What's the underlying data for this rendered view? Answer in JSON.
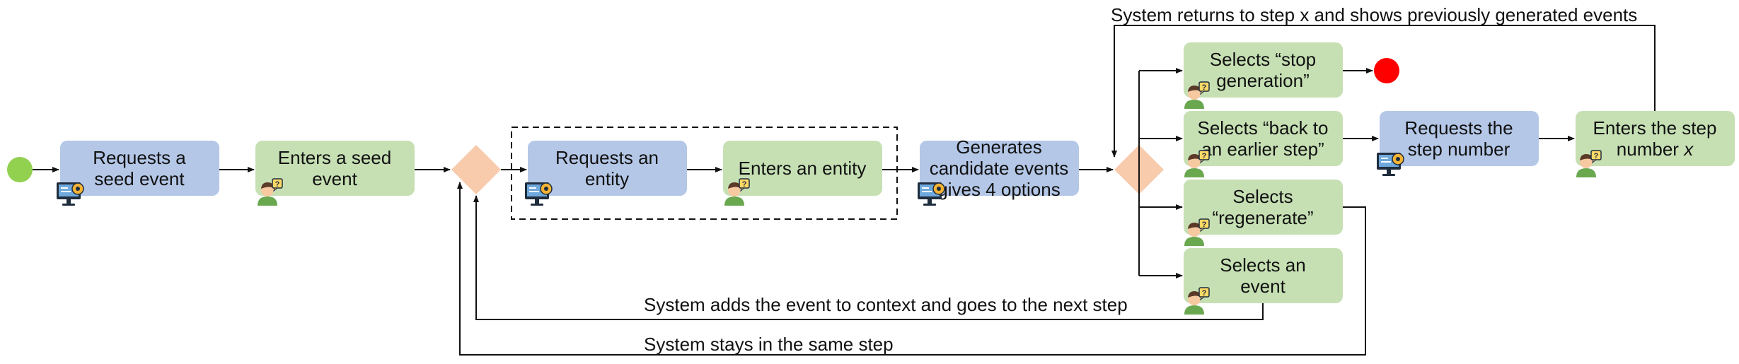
{
  "colors": {
    "system_box": "#b4c7e7",
    "user_box": "#c6e0b4",
    "decision": "#f8cbad",
    "start": "#92d050",
    "end": "#ff0000",
    "line": "#111111"
  },
  "icons": {
    "system": "computer-gear-icon",
    "user": "person-question-icon"
  },
  "nodes": {
    "request_seed": {
      "lines": [
        "Requests a",
        "seed event"
      ]
    },
    "enter_seed": {
      "lines": [
        "Enters a seed",
        "event"
      ]
    },
    "request_entity": {
      "lines": [
        "Requests an",
        "entity"
      ]
    },
    "enter_entity": {
      "lines": [
        "Enters an entity"
      ]
    },
    "generate": {
      "lines": [
        "Generates",
        "candidate events",
        "gives 4 options"
      ]
    },
    "stop": {
      "lines": [
        "Selects “stop",
        "generation”"
      ]
    },
    "back": {
      "lines": [
        "Selects “back to",
        "an earlier step”"
      ]
    },
    "regenerate": {
      "lines": [
        "Selects",
        "“regenerate”"
      ]
    },
    "select_event": {
      "lines": [
        "Selects an",
        "event"
      ]
    },
    "request_step": {
      "lines": [
        "Requests the",
        "step number"
      ]
    },
    "enter_step": {
      "lines": [
        "Enters the step",
        "number x"
      ]
    }
  },
  "labels": {
    "returns": "System returns to step x and shows previously generated events",
    "adds": "System adds the event to context and goes to the next step",
    "stays": "System stays in the same step"
  }
}
